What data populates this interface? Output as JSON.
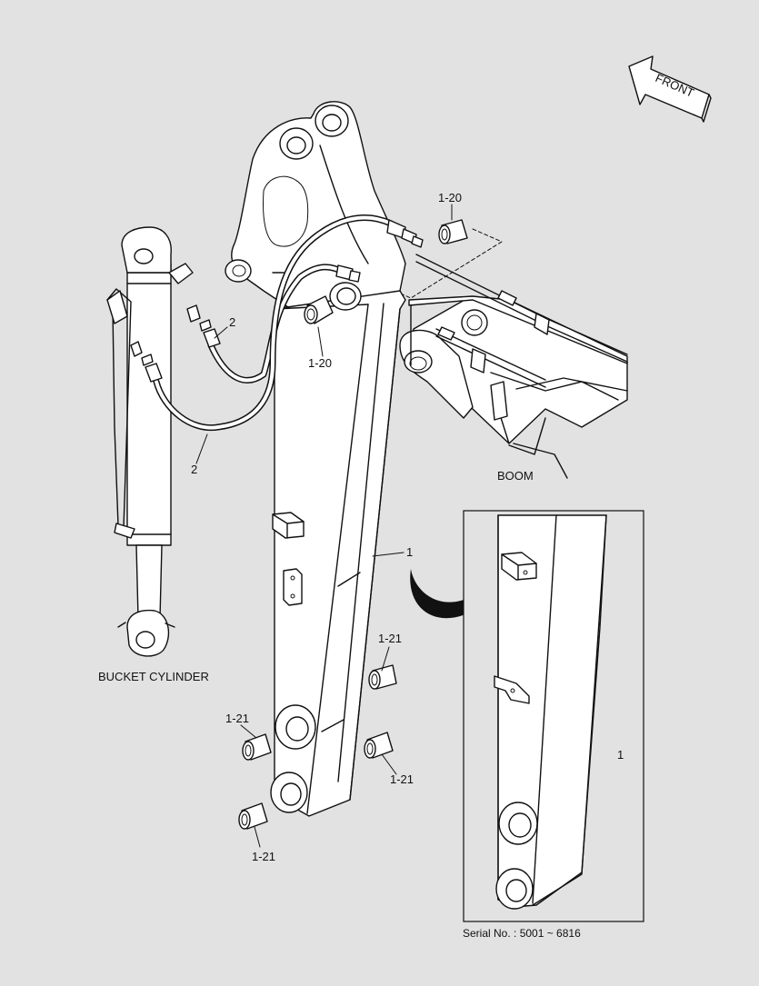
{
  "labels": {
    "front": "FRONT",
    "boom": "BOOM",
    "bucket_cylinder": "BUCKET CYLINDER",
    "serial": "Serial No. : 5001 ~ 6816",
    "part_1_main": "1",
    "part_1_detail": "1",
    "part_1_20_top": "1-20",
    "part_1_20_bottom": "1-20",
    "part_2_top": "2",
    "part_2_bottom": "2",
    "part_1_21_upper_right": "1-21",
    "part_1_21_left": "1-21",
    "part_1_21_lower_right": "1-21",
    "part_1_21_bottom": "1-21"
  },
  "colors": {
    "background": "#e2e2e2",
    "line": "#111111",
    "fill": "#ffffff"
  }
}
